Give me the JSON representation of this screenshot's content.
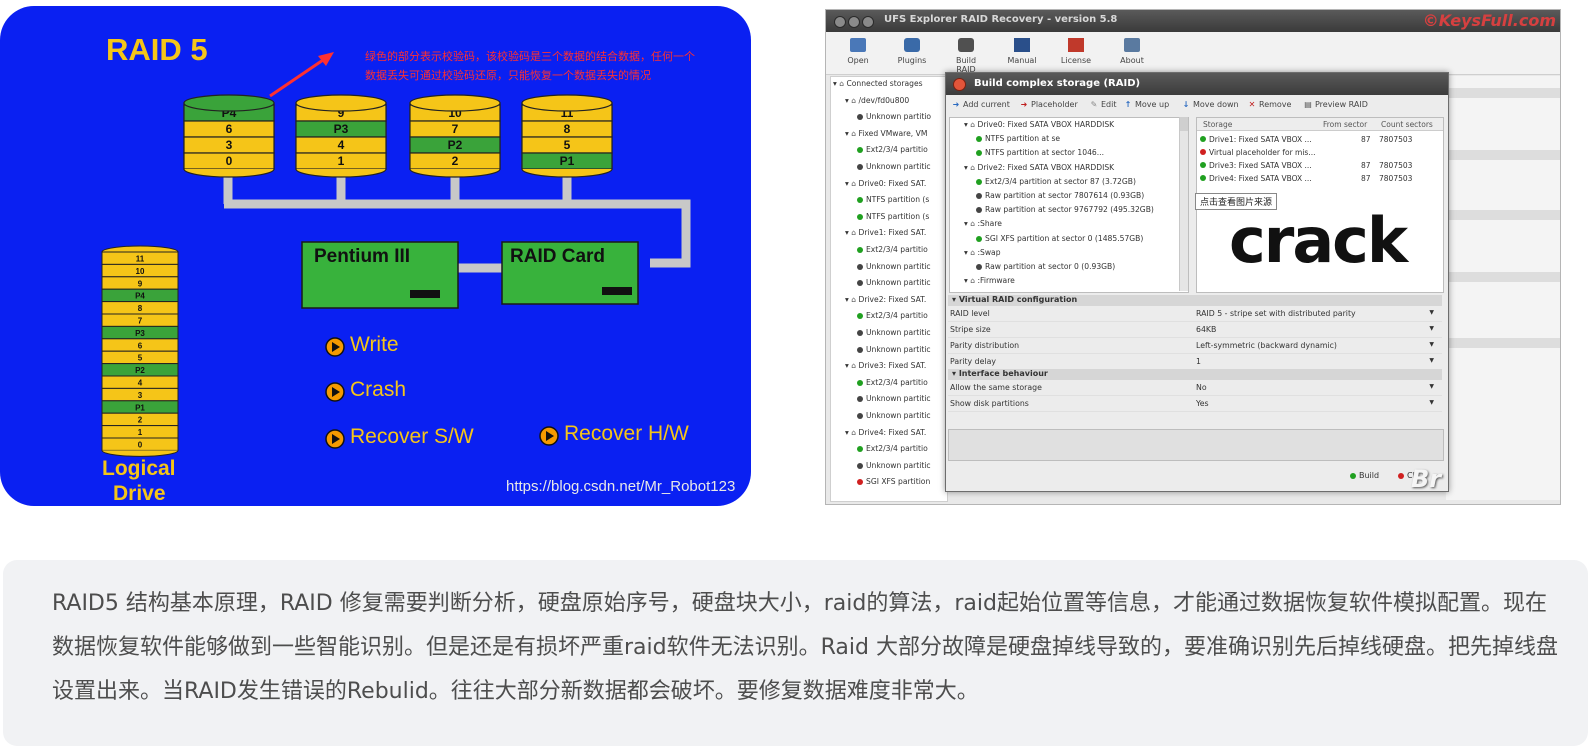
{
  "diagram": {
    "title": "RAID 5",
    "annotation_line1": "绿色的部分表示校验码，该校验码是三个数据的结合数据，任何一个",
    "annotation_line2": "数据丢失可通过校验码还原，只能恢复一个数据丢失的情况",
    "disks": [
      [
        "P4",
        "6",
        "3",
        "0"
      ],
      [
        "9",
        "P3",
        "4",
        "1"
      ],
      [
        "10",
        "7",
        "P2",
        "2"
      ],
      [
        "11",
        "8",
        "5",
        "P1"
      ]
    ],
    "logical_stack": [
      "11",
      "10",
      "9",
      "P4",
      "8",
      "7",
      "P3",
      "6",
      "5",
      "P2",
      "4",
      "3",
      "P1",
      "2",
      "1",
      "0"
    ],
    "pentium_label": "Pentium III",
    "raid_card_label": "RAID Card",
    "actions": [
      "Write",
      "Crash",
      "Recover S/W",
      "Recover H/W"
    ],
    "logical_label_1": "Logical",
    "logical_label_2": "Drive",
    "source_url": "https://blog.csdn.net/Mr_Robot123",
    "colors": {
      "background": "#0a20f2",
      "parity": "#3aa33a",
      "data": "#f5c518",
      "box": "#38b23c",
      "title": "#f5c518",
      "annotation": "#ff3030"
    }
  },
  "app": {
    "title": "UFS Explorer RAID Recovery - version 5.8",
    "watermark": "©KeysFull.com",
    "toolbar": [
      "Open",
      "Plugins",
      "Build RAID",
      "Manual",
      "License",
      "About"
    ],
    "tree": [
      {
        "text": "Connected storages",
        "dot": "",
        "indent": 0
      },
      {
        "text": "/dev/fd0u800",
        "dot": "",
        "indent": 1
      },
      {
        "text": "Unknown partitio",
        "dot": "k",
        "indent": 2
      },
      {
        "text": "Fixed VMware, VM",
        "dot": "",
        "indent": 1
      },
      {
        "text": "Ext2/3/4 partitio",
        "dot": "g",
        "indent": 2
      },
      {
        "text": "Unknown partitic",
        "dot": "k",
        "indent": 2
      },
      {
        "text": "Drive0: Fixed SAT.",
        "dot": "",
        "indent": 1
      },
      {
        "text": "NTFS partition (s",
        "dot": "g",
        "indent": 2
      },
      {
        "text": "NTFS partition (s",
        "dot": "g",
        "indent": 2
      },
      {
        "text": "Drive1: Fixed SAT.",
        "dot": "",
        "indent": 1
      },
      {
        "text": "Ext2/3/4 partitio",
        "dot": "g",
        "indent": 2
      },
      {
        "text": "Unknown partitic",
        "dot": "k",
        "indent": 2
      },
      {
        "text": "Unknown partitic",
        "dot": "k",
        "indent": 2
      },
      {
        "text": "Drive2: Fixed SAT.",
        "dot": "",
        "indent": 1
      },
      {
        "text": "Ext2/3/4 partitio",
        "dot": "g",
        "indent": 2
      },
      {
        "text": "Unknown partitic",
        "dot": "k",
        "indent": 2
      },
      {
        "text": "Unknown partitic",
        "dot": "k",
        "indent": 2
      },
      {
        "text": "Drive3: Fixed SAT.",
        "dot": "",
        "indent": 1
      },
      {
        "text": "Ext2/3/4 partitio",
        "dot": "g",
        "indent": 2
      },
      {
        "text": "Unknown partitic",
        "dot": "k",
        "indent": 2
      },
      {
        "text": "Unknown partitic",
        "dot": "k",
        "indent": 2
      },
      {
        "text": "Drive4: Fixed SAT.",
        "dot": "",
        "indent": 1
      },
      {
        "text": "Ext2/3/4 partitio",
        "dot": "g",
        "indent": 2
      },
      {
        "text": "Unknown partitic",
        "dot": "k",
        "indent": 2
      },
      {
        "text": "SGI XFS partition",
        "dot": "r",
        "indent": 2
      }
    ],
    "dialog": {
      "title": "Build complex storage (RAID)",
      "toolbar": [
        "Add current",
        "Placeholder",
        "Edit",
        "Move up",
        "Move down",
        "Remove",
        "Preview RAID"
      ],
      "tree": [
        {
          "text": "Drive0: Fixed SATA VBOX HARDDISK",
          "dot": "",
          "indent": 1
        },
        {
          "text": "NTFS partition at se",
          "dot": "g",
          "indent": 2
        },
        {
          "text": "NTFS partition at sector 1046...",
          "dot": "g",
          "indent": 2
        },
        {
          "text": "Drive2: Fixed SATA VBOX HARDDISK",
          "dot": "",
          "indent": 1
        },
        {
          "text": "Ext2/3/4 partition at sector 87 (3.72GB)",
          "dot": "g",
          "indent": 2
        },
        {
          "text": "Raw partition at sector 7807614 (0.93GB)",
          "dot": "k",
          "indent": 2
        },
        {
          "text": "Raw partition at sector 9767792 (495.32GB)",
          "dot": "k",
          "indent": 2
        },
        {
          "text": ":Share",
          "dot": "",
          "indent": 1
        },
        {
          "text": "SGI XFS partition at sector 0 (1485.57GB)",
          "dot": "g",
          "indent": 2
        },
        {
          "text": ":Swap",
          "dot": "",
          "indent": 1
        },
        {
          "text": "Raw partition at sector 0 (0.93GB)",
          "dot": "k",
          "indent": 2
        },
        {
          "text": ":Firmware",
          "dot": "",
          "indent": 1
        }
      ],
      "storage_headers": [
        "Storage",
        "From sector",
        "Count sectors"
      ],
      "storage_rows": [
        {
          "name": "Drive1: Fixed SATA VBOX ...",
          "from": "87",
          "count": "7807503",
          "dot": "g"
        },
        {
          "name": "Virtual placeholder for mis...",
          "from": "",
          "count": "",
          "dot": "r"
        },
        {
          "name": "Drive3: Fixed SATA VBOX ...",
          "from": "87",
          "count": "7807503",
          "dot": "g"
        },
        {
          "name": "Drive4: Fixed SATA VBOX ...",
          "from": "87",
          "count": "7807503",
          "dot": "g"
        }
      ],
      "overlay_text": "crack",
      "tooltip": "点击查看图片来源",
      "section1": "Virtual RAID configuration",
      "config": [
        {
          "key": "RAID level",
          "value": "RAID 5 - stripe set with distributed parity"
        },
        {
          "key": "Stripe size",
          "value": "64KB"
        },
        {
          "key": "Parity distribution",
          "value": "Left-symmetric (backward dynamic)"
        },
        {
          "key": "Parity delay",
          "value": "1"
        }
      ],
      "section2": "Interface behaviour",
      "behaviour": [
        {
          "key": "Allow the same storage",
          "value": "No"
        },
        {
          "key": "Show disk partitions",
          "value": "Yes"
        }
      ],
      "build_label": "Build",
      "close_label": "Cl",
      "logo": "Br"
    }
  },
  "caption": "RAID5 结构基本原理，RAID 修复需要判断分析，硬盘原始序号，硬盘块大小，raid的算法，raid起始位置等信息，才能通过数据恢复软件模拟配置。现在数据恢复软件能够做到一些智能识别。但是还是有损坏严重raid软件无法识别。Raid 大部分故障是硬盘掉线导致的，要准确识别先后掉线硬盘。把先掉线盘设置出来。当RAID发生错误的Rebulid。往往大部分新数据都会破坏。要修复数据难度非常大。"
}
